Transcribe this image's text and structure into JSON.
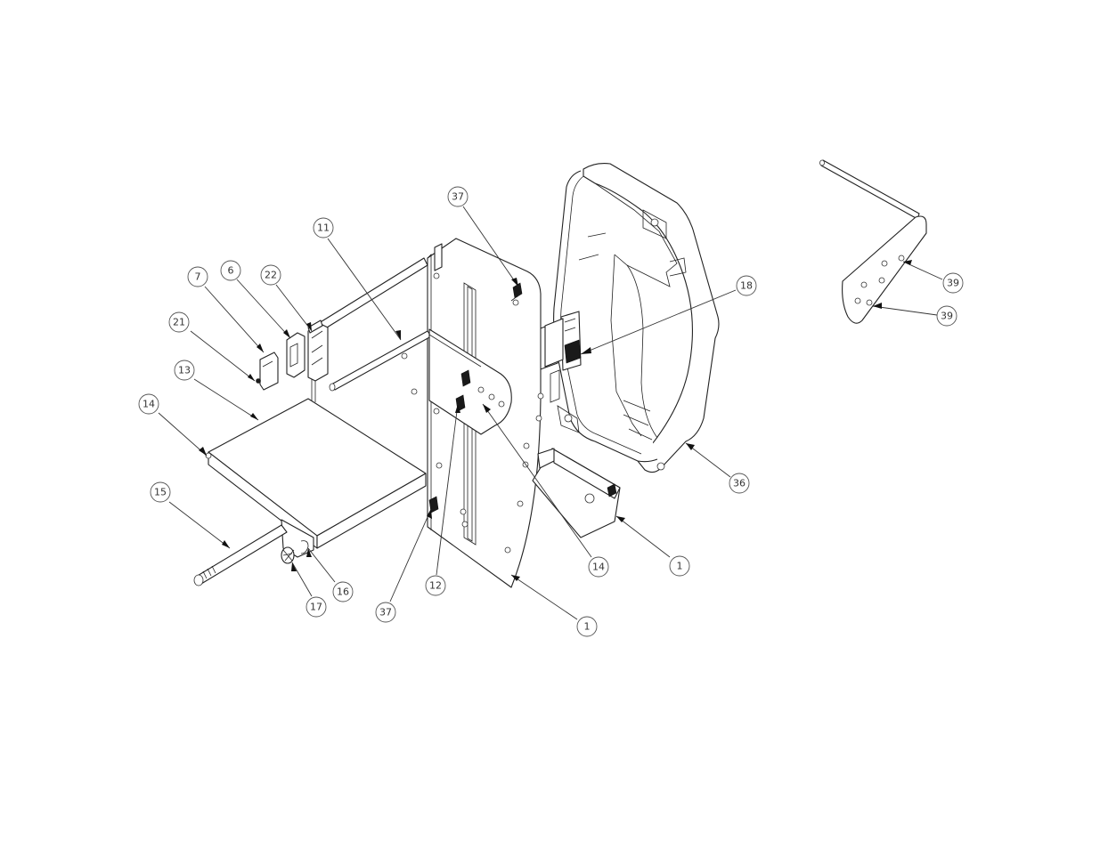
{
  "callouts": [
    {
      "id": "c-37-top",
      "label": "37"
    },
    {
      "id": "c-11",
      "label": "11"
    },
    {
      "id": "c-7",
      "label": "7"
    },
    {
      "id": "c-6",
      "label": "6"
    },
    {
      "id": "c-22",
      "label": "22"
    },
    {
      "id": "c-21",
      "label": "21"
    },
    {
      "id": "c-13",
      "label": "13"
    },
    {
      "id": "c-14-left",
      "label": "14"
    },
    {
      "id": "c-15",
      "label": "15"
    },
    {
      "id": "c-16",
      "label": "16"
    },
    {
      "id": "c-17",
      "label": "17"
    },
    {
      "id": "c-37-bottom",
      "label": "37"
    },
    {
      "id": "c-12",
      "label": "12"
    },
    {
      "id": "c-14-mid",
      "label": "14"
    },
    {
      "id": "c-1-bottom",
      "label": "1"
    },
    {
      "id": "c-1-right",
      "label": "1"
    },
    {
      "id": "c-18",
      "label": "18"
    },
    {
      "id": "c-36",
      "label": "36"
    },
    {
      "id": "c-39-top",
      "label": "39"
    },
    {
      "id": "c-39-bottom",
      "label": "39"
    }
  ]
}
